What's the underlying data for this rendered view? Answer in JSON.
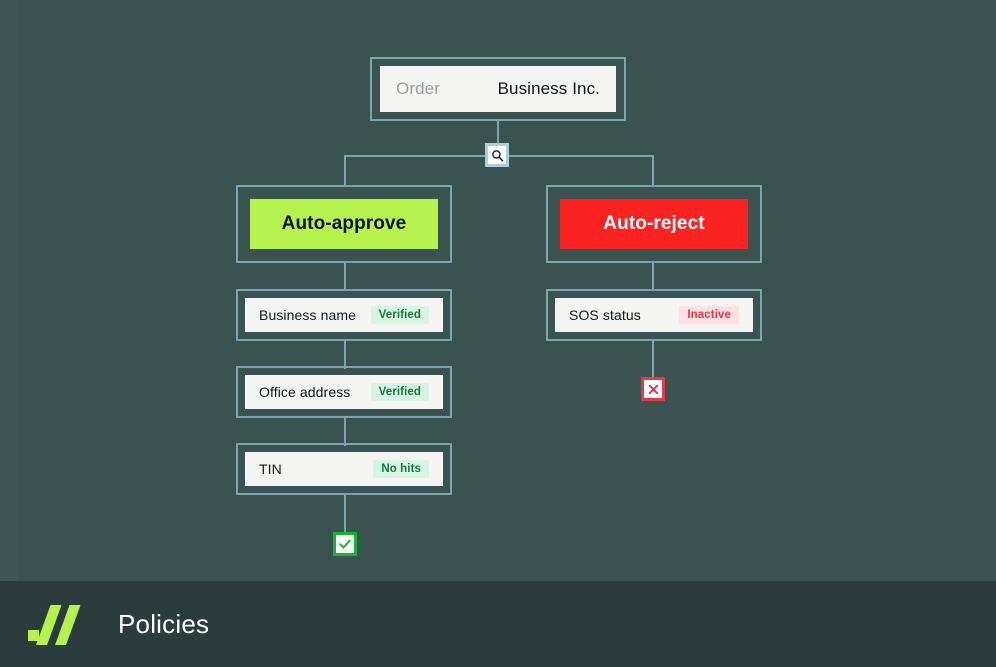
{
  "canvas": {
    "background_color": "#3a5250",
    "line_color": "#7ba4ad"
  },
  "root_node": {
    "name": "order-node",
    "label": "Order",
    "value": "Business Inc."
  },
  "review_node": {
    "name": "search-node",
    "icon": "search-icon"
  },
  "branches": [
    {
      "id": "approve",
      "decision_label": "Auto-approve",
      "decision_color": "#b6f24e",
      "decision_text_color": "#0d1110",
      "checks": [
        {
          "label": "Business name",
          "badge": "Verified",
          "badge_status": "pass"
        },
        {
          "label": "Office address",
          "badge": "Verified",
          "badge_status": "pass"
        },
        {
          "label": "TIN",
          "badge": "No hits",
          "badge_status": "pass"
        }
      ],
      "outcome_icon": "check-icon",
      "outcome_color": "#14b82e"
    },
    {
      "id": "reject",
      "decision_label": "Auto-reject",
      "decision_color": "#fb2322",
      "decision_text_color": "#ffffff",
      "checks": [
        {
          "label": "SOS status",
          "badge": "Inactive",
          "badge_status": "fail"
        }
      ],
      "outcome_icon": "x-icon",
      "outcome_color": "#e63946"
    }
  ],
  "footer": {
    "logo": "brand-logo",
    "title": "Policies",
    "background_color": "#2b3c3c"
  }
}
